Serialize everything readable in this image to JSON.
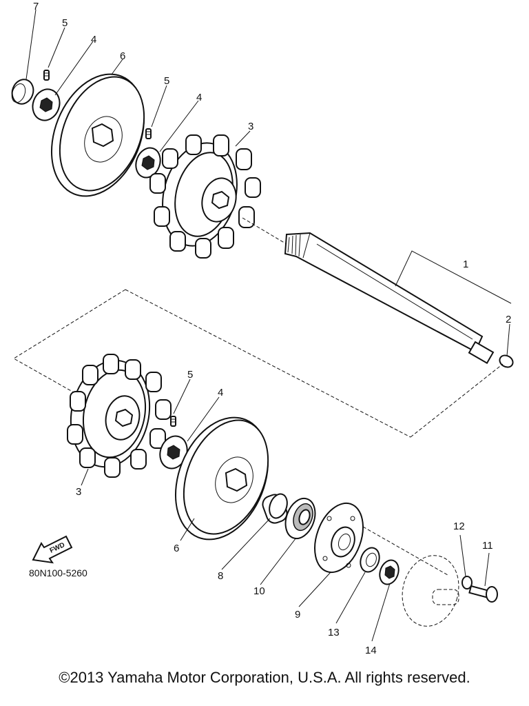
{
  "callouts": {
    "c7": "7",
    "c5a": "5",
    "c4a": "4",
    "c6a": "6",
    "c5b": "5",
    "c4b": "4",
    "c3a": "3",
    "c1": "1",
    "c2": "2",
    "c5c": "5",
    "c4c": "4",
    "c3b": "3",
    "c6b": "6",
    "c8": "8",
    "c10": "10",
    "c9": "9",
    "c13": "13",
    "c14": "14",
    "c12": "12",
    "c11": "11"
  },
  "fwd_label": "FWD",
  "diagram_code": "80N100-5260",
  "copyright": "©2013 Yamaha Motor Corporation, U.S.A. All rights reserved."
}
